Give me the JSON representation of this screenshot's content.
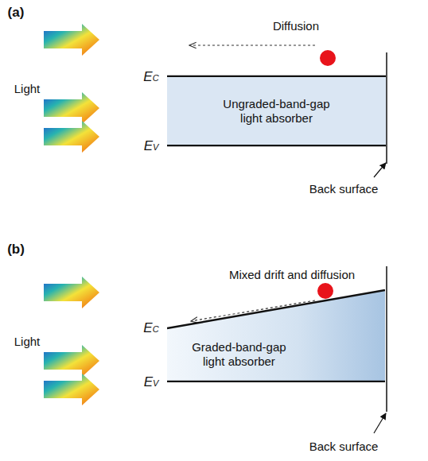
{
  "diagram": {
    "nodes": [
      {
        "text": [
          "Ungraded-band-gap light absorber"
        ]
      },
      {
        "text": [
          "Graded-band-gap light absorber"
        ]
      }
    ],
    "labels": [
      "(a)",
      "Diffusion",
      "EC",
      "EV",
      "Light",
      "Back surface",
      "(b)",
      "Mixed drift and diffusion",
      "EC",
      "Light",
      "EV",
      "Back surface"
    ]
  }
}
